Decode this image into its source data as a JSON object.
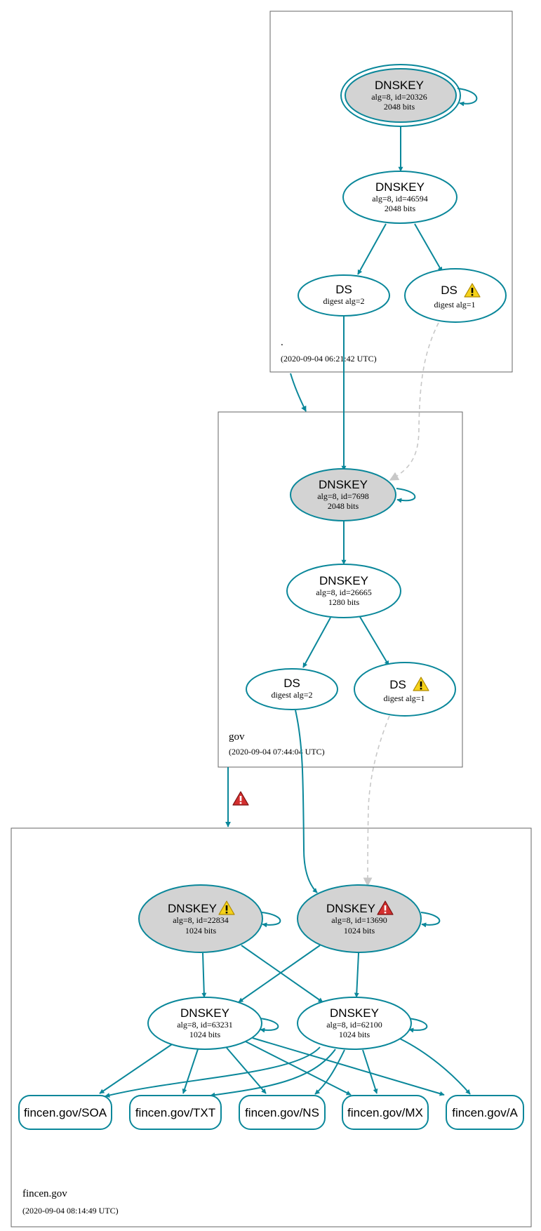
{
  "zones": [
    {
      "id": "root",
      "name": ".",
      "timestamp": "(2020-09-04 06:21:42 UTC)"
    },
    {
      "id": "gov",
      "name": "gov",
      "timestamp": "(2020-09-04 07:44:04 UTC)"
    },
    {
      "id": "fincen",
      "name": "fincen.gov",
      "timestamp": "(2020-09-04 08:14:49 UTC)"
    }
  ],
  "nodes": {
    "root_ksk": {
      "title": "DNSKEY",
      "line1": "alg=8, id=20326",
      "line2": "2048 bits"
    },
    "root_zsk": {
      "title": "DNSKEY",
      "line1": "alg=8, id=46594",
      "line2": "2048 bits"
    },
    "root_ds2": {
      "title": "DS",
      "line1": "digest alg=2"
    },
    "root_ds1": {
      "title": "DS",
      "line1": "digest alg=1"
    },
    "gov_ksk": {
      "title": "DNSKEY",
      "line1": "alg=8, id=7698",
      "line2": "2048 bits"
    },
    "gov_zsk": {
      "title": "DNSKEY",
      "line1": "alg=8, id=26665",
      "line2": "1280 bits"
    },
    "gov_ds2": {
      "title": "DS",
      "line1": "digest alg=2"
    },
    "gov_ds1": {
      "title": "DS",
      "line1": "digest alg=1"
    },
    "fin_k1": {
      "title": "DNSKEY",
      "line1": "alg=8, id=22834",
      "line2": "1024 bits"
    },
    "fin_k2": {
      "title": "DNSKEY",
      "line1": "alg=8, id=13690",
      "line2": "1024 bits"
    },
    "fin_z1": {
      "title": "DNSKEY",
      "line1": "alg=8, id=63231",
      "line2": "1024 bits"
    },
    "fin_z2": {
      "title": "DNSKEY",
      "line1": "alg=8, id=62100",
      "line2": "1024 bits"
    }
  },
  "rrsets": [
    "fincen.gov/SOA",
    "fincen.gov/TXT",
    "fincen.gov/NS",
    "fincen.gov/MX",
    "fincen.gov/A"
  ],
  "colors": {
    "edge": "#0a879a",
    "secure_key_fill": "#d3d3d3",
    "warning": "#f0c419",
    "error": "#c62828",
    "dashed": "#c8c8c8"
  }
}
